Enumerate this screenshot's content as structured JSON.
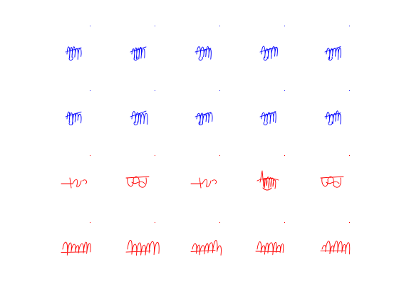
{
  "colors": {
    "background": "#ffffff",
    "genuine": "#0000ff",
    "forged": "#ff0000"
  },
  "grid": {
    "rows": [
      {
        "row_label_color_key": "genuine",
        "cells": [
          "sig-a",
          "sig-b",
          "sig-c",
          "sig-d",
          "sig-e"
        ]
      },
      {
        "row_label_color_key": "genuine",
        "cells": [
          "sig-f",
          "sig-g",
          "sig-h",
          "sig-i",
          "sig-j"
        ]
      },
      {
        "row_label_color_key": "forged",
        "cells": [
          "sig-k",
          "sig-l",
          "sig-m",
          "sig-n",
          "sig-o"
        ]
      },
      {
        "row_label_color_key": "forged",
        "cells": [
          "sig-p",
          "sig-q",
          "sig-r",
          "sig-s",
          "sig-t"
        ]
      }
    ]
  }
}
